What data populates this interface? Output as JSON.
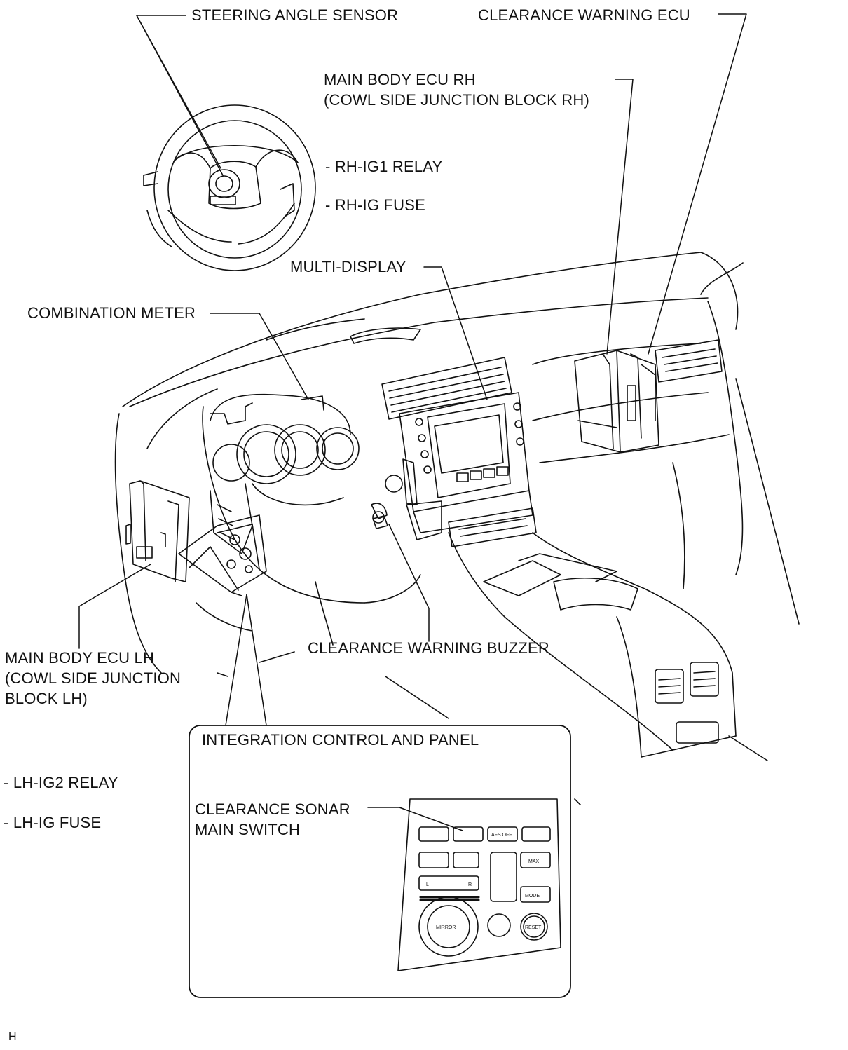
{
  "labels": {
    "steering_angle_sensor": "STEERING ANGLE SENSOR",
    "clearance_warning_ecu": "CLEARANCE WARNING ECU",
    "main_body_ecu_rh_line1": "MAIN BODY ECU RH",
    "main_body_ecu_rh_line2": "(COWL SIDE JUNCTION BLOCK RH)",
    "rh_ig1_relay": "- RH-IG1 RELAY",
    "rh_ig_fuse": "- RH-IG FUSE",
    "multi_display": "MULTI-DISPLAY",
    "combination_meter": "COMBINATION METER",
    "clearance_warning_buzzer": "CLEARANCE WARNING BUZZER",
    "main_body_ecu_lh_line1": "MAIN BODY ECU LH",
    "main_body_ecu_lh_line2": "(COWL SIDE JUNCTION",
    "main_body_ecu_lh_line3": "BLOCK LH)",
    "integration_control_panel": "INTEGRATION CONTROL AND PANEL",
    "lh_ig2_relay": "- LH-IG2 RELAY",
    "lh_ig_fuse": "- LH-IG FUSE",
    "clearance_sonar_line1": "CLEARANCE SONAR",
    "clearance_sonar_line2": "MAIN SWITCH",
    "corner_code": "H"
  },
  "panel_buttons": {
    "max": "MAX",
    "mode": "MODE",
    "mirror": "MIRROR",
    "reset": "RESET",
    "left": "L",
    "right": "R",
    "afs_off": "AFS OFF"
  },
  "colors": {
    "ink": "#111111",
    "paper": "#ffffff"
  }
}
